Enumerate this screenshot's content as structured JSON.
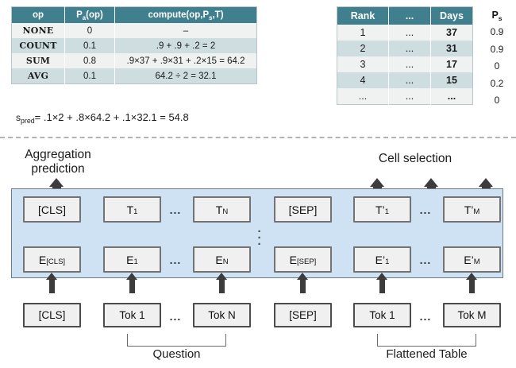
{
  "op_table": {
    "headers": [
      "op",
      "P",
      "compute"
    ],
    "header_op": "op",
    "header_pa_main": "P",
    "header_pa_sub": "a",
    "header_pa_tail": "(op)",
    "header_compute_main": "compute(op,P",
    "header_compute_sub": "s",
    "header_compute_tail": ",T)",
    "rows": [
      {
        "op": "NONE",
        "pa": "0",
        "compute": "–"
      },
      {
        "op": "COUNT",
        "pa": "0.1",
        "compute": ".9 + .9 + .2 = 2"
      },
      {
        "op": "SUM",
        "pa": "0.8",
        "compute": ".9×37 + .9×31 + .2×15 = 64.2"
      },
      {
        "op": "AVG",
        "pa": "0.1",
        "compute": "64.2 ÷ 2 = 32.1"
      }
    ]
  },
  "spred": {
    "label_main": "s",
    "label_sub": "pred",
    "equation": "= .1×2 + .8×64.2 + .1×32.1 = 54.8"
  },
  "rank_table": {
    "headers": [
      "Rank",
      "...",
      "Days"
    ],
    "rows": [
      {
        "rank": "1",
        "mid": "...",
        "days": "37"
      },
      {
        "rank": "2",
        "mid": "...",
        "days": "31"
      },
      {
        "rank": "3",
        "mid": "...",
        "days": "17"
      },
      {
        "rank": "4",
        "mid": "...",
        "days": "15"
      },
      {
        "rank": "...",
        "mid": "...",
        "days": "..."
      }
    ]
  },
  "ps_column": {
    "header_main": "P",
    "header_sub": "s",
    "values": [
      "0.9",
      "0.9",
      "0",
      "0.2",
      "0"
    ]
  },
  "labels": {
    "aggregation_prediction": "Aggregation\nprediction",
    "aggregation_prediction_line1": "Aggregation",
    "aggregation_prediction_line2": "prediction",
    "cell_selection": "Cell selection",
    "question": "Question",
    "flattened_table": "Flattened Table"
  },
  "bert": {
    "output_row": [
      {
        "main": "[CLS]",
        "sub": "",
        "prime": false
      },
      {
        "main": "T",
        "sub": "1",
        "prime": false
      },
      {
        "main": "T",
        "sub": "N",
        "prime": false
      },
      {
        "main": "[SEP]",
        "sub": "",
        "prime": false
      },
      {
        "main": "T",
        "sub": "1",
        "prime": true
      },
      {
        "main": "T",
        "sub": "M",
        "prime": true
      }
    ],
    "embedding_row": [
      {
        "main": "E",
        "sub": "[CLS]",
        "prime": false
      },
      {
        "main": "E",
        "sub": "1",
        "prime": false
      },
      {
        "main": "E",
        "sub": "N",
        "prime": false
      },
      {
        "main": "E",
        "sub": "[SEP]",
        "prime": false
      },
      {
        "main": "E",
        "sub": "1",
        "prime": true
      },
      {
        "main": "E",
        "sub": "M",
        "prime": true
      }
    ],
    "token_row": [
      "[CLS]",
      "Tok 1",
      "Tok N",
      "[SEP]",
      "Tok 1",
      "Tok M"
    ],
    "ellipsis": "...",
    "vertical_dots": "⋮"
  },
  "colors": {
    "table_header": "#3f7f8e",
    "row_light": "#f0f2f2",
    "row_dark": "#cedde0",
    "bert_box": "#cfe2f3",
    "cell_fill": "#f0f0f0",
    "arrow": "#3c3c3c"
  }
}
